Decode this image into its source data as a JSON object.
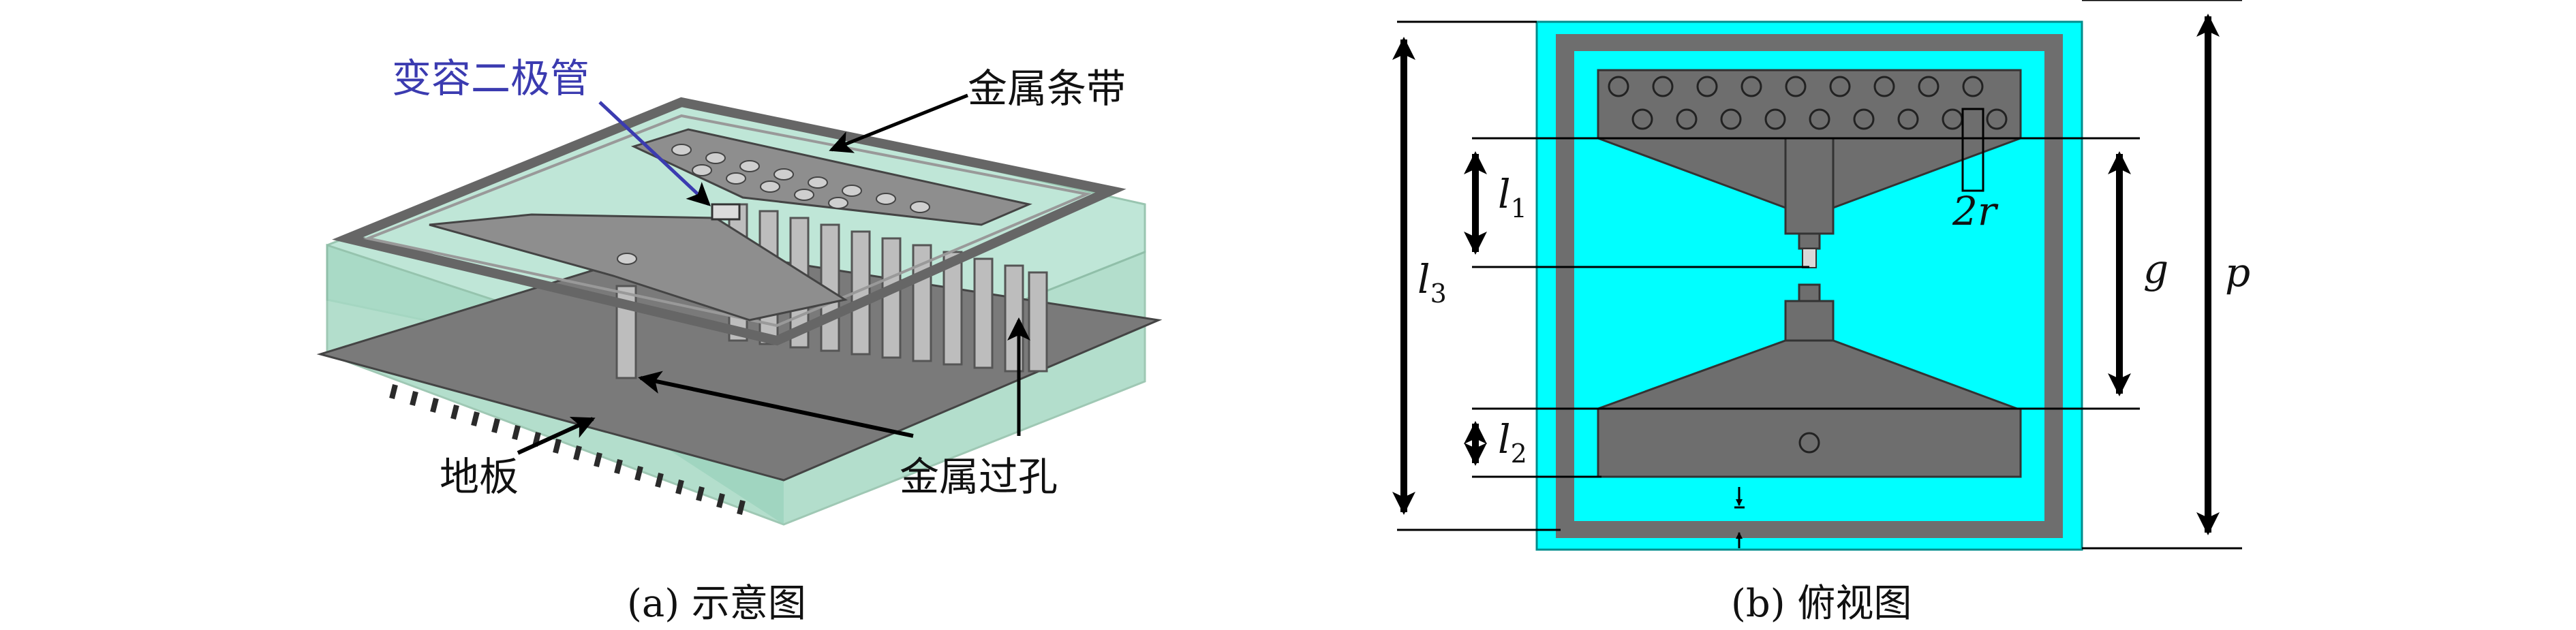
{
  "panel_a": {
    "caption": "(a) 示意图",
    "labels": {
      "varactor": "变容二极管",
      "metal_strip": "金属条带",
      "ground": "地板",
      "metal_via": "金属过孔"
    }
  },
  "panel_b": {
    "caption": "(b) 俯视图",
    "labels": {
      "l1": {
        "base": "l",
        "sub": "1"
      },
      "l2": {
        "base": "l",
        "sub": "2"
      },
      "l3": {
        "base": "l",
        "sub": "3"
      },
      "g": "g",
      "p": "p",
      "two_r": "2r"
    }
  },
  "colors": {
    "substrate_cyan": "#00ffff",
    "metal_gray": "#707070",
    "dark_gray": "#555555",
    "translucent_teal": "#a8dcc8",
    "varactor_label_blue": "#3b3bb0"
  }
}
